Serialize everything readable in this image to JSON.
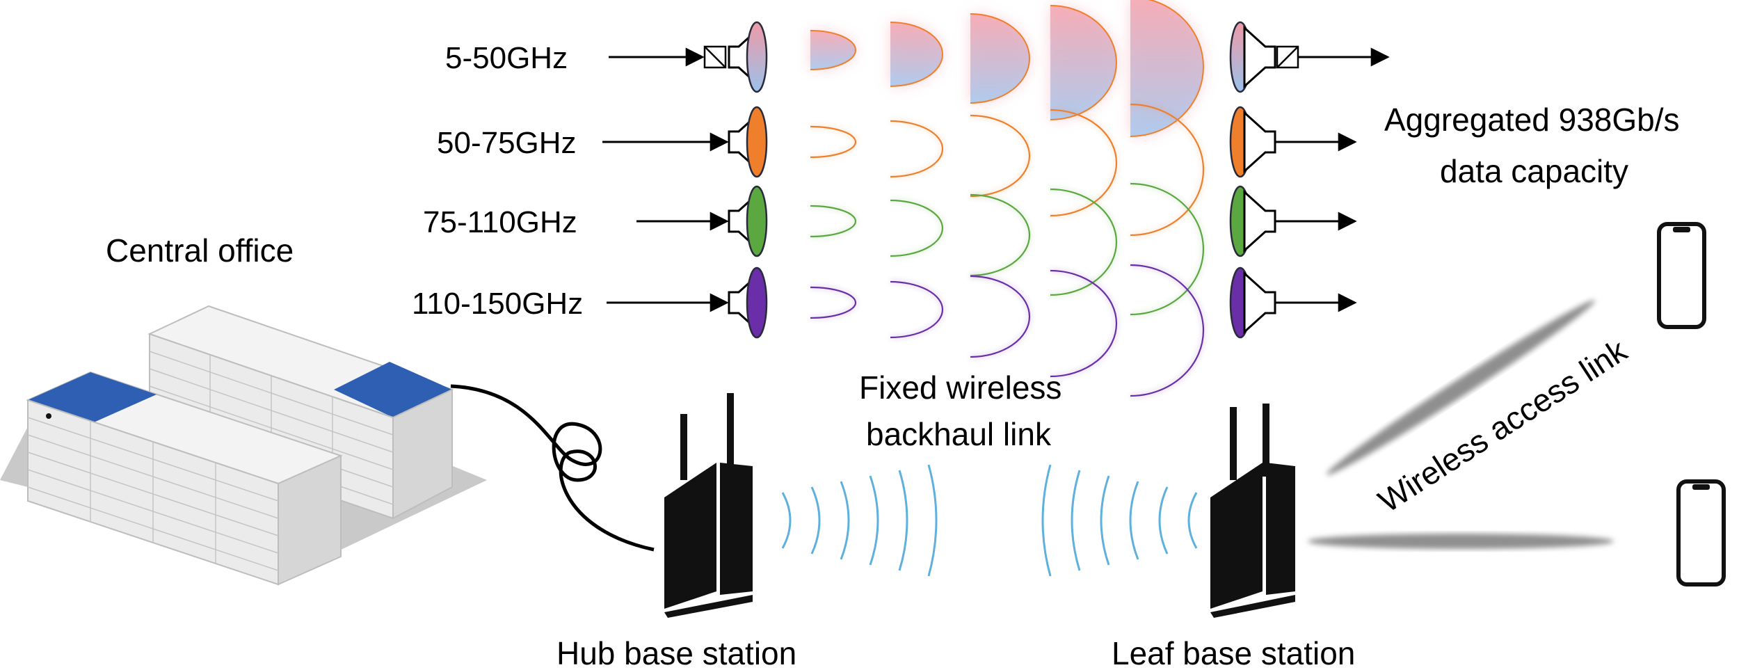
{
  "labels": {
    "central_office": "Central office",
    "hub_base_station": "Hub base station",
    "leaf_base_station": "Leaf base station",
    "backhaul_line1": "Fixed wireless",
    "backhaul_line2": "backhaul link",
    "capacity_line1": "Aggregated 938Gb/s",
    "capacity_line2": "data capacity",
    "access_link": "Wireless access link"
  },
  "bands": [
    {
      "label": "5-50GHz",
      "color": "#e98fa4",
      "color2": "#9ec2ea"
    },
    {
      "label": "50-75GHz",
      "color": "#ef7f2a",
      "color2": "#ef7f2a"
    },
    {
      "label": "75-110GHz",
      "color": "#5aa83f",
      "color2": "#5aa83f"
    },
    {
      "label": "110-150GHz",
      "color": "#6a2fa8",
      "color2": "#6a2fa8"
    }
  ],
  "colors": {
    "building_roof_accent": "#2f5fb3",
    "building_body": "#eeeeee",
    "ground_shadow": "#c9c9c9",
    "signal_wave": "#5fb0dc",
    "device": "#111111"
  }
}
